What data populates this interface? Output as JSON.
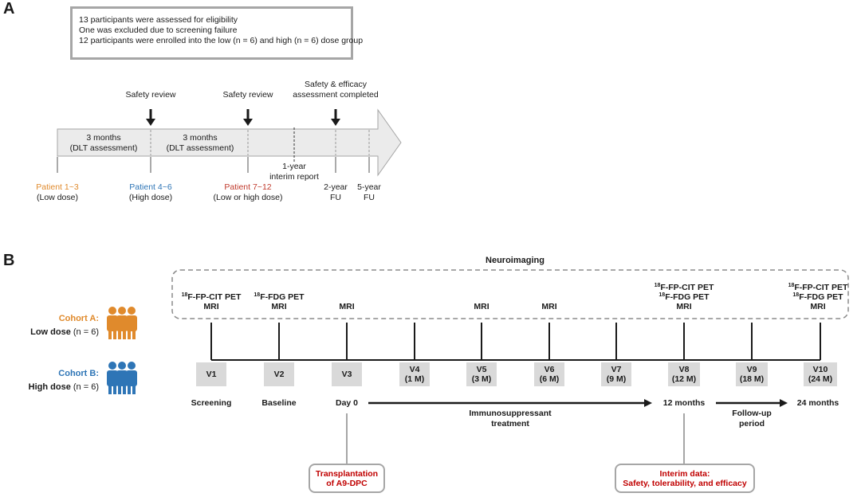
{
  "panel_a": {
    "label": "A",
    "info_lines": [
      "13 participants were assessed for eligibility",
      "One was excluded due to screening failure",
      "12 participants were enrolled into the low (n = 6) and high (n = 6) dose group"
    ],
    "safety_review_1": "Safety review",
    "safety_review_2": "Safety review",
    "safety_efficacy": [
      "Safety & efficacy",
      "assessment completed"
    ],
    "period_1": [
      "3 months",
      "(DLT assessment)"
    ],
    "period_2": [
      "3 months",
      "(DLT assessment)"
    ],
    "interim": [
      "1-year",
      "interim report"
    ],
    "patient_1": {
      "name": "Patient 1~3",
      "dose": "(Low dose)",
      "color": "#e08a2c"
    },
    "patient_2": {
      "name": "Patient 4~6",
      "dose": "(High dose)",
      "color": "#2e75b6"
    },
    "patient_3": {
      "name": "Patient 7~12",
      "dose": "(Low or high dose)",
      "color": "#c0392b"
    },
    "fu_2": [
      "2-year",
      "FU"
    ],
    "fu_5": [
      "5-year",
      "FU"
    ]
  },
  "panel_b": {
    "label": "B",
    "neuroimaging_title": "Neuroimaging",
    "cohort_a": {
      "title": "Cohort A:",
      "dose": "Low dose",
      "n": "(n = 6)",
      "color": "#e08a2c"
    },
    "cohort_b": {
      "title": "Cohort B:",
      "dose": "High dose",
      "n": "(n = 6)",
      "color": "#2e75b6"
    },
    "imaging": {
      "fp_cit_sup": "18",
      "fp_cit": "F-FP-CIT PET",
      "fdg_sup": "18",
      "fdg": "F-FDG PET",
      "mri": "MRI"
    },
    "visits": [
      {
        "id": "V1",
        "time": ""
      },
      {
        "id": "V2",
        "time": ""
      },
      {
        "id": "V3",
        "time": ""
      },
      {
        "id": "V4",
        "time": "(1 M)"
      },
      {
        "id": "V5",
        "time": "(3 M)"
      },
      {
        "id": "V6",
        "time": "(6 M)"
      },
      {
        "id": "V7",
        "time": "(9 M)"
      },
      {
        "id": "V8",
        "time": "(12 M)"
      },
      {
        "id": "V9",
        "time": "(18 M)"
      },
      {
        "id": "V10",
        "time": "(24 M)"
      }
    ],
    "labels": {
      "screening": "Screening",
      "baseline": "Baseline",
      "day0": "Day 0",
      "month12": "12 months",
      "month24": "24 months",
      "immuno": [
        "Immunosuppressant",
        "treatment"
      ],
      "followup": [
        "Follow-up",
        "period"
      ]
    },
    "transplant_box": [
      "Transplantation",
      "of A9-DPC"
    ],
    "interim_box": [
      "Interim data:",
      "Safety, tolerability, and efficacy"
    ]
  }
}
